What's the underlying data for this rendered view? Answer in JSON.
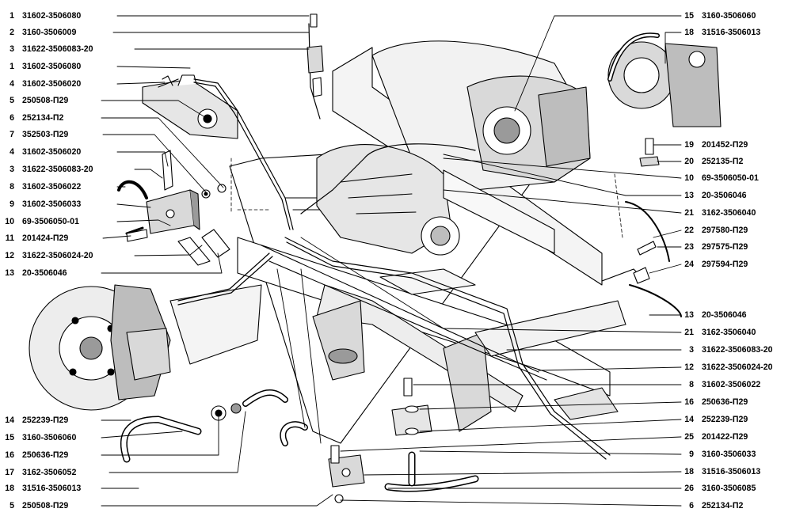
{
  "labels_left": [
    {
      "num": "1",
      "code": "31602-3506080"
    },
    {
      "num": "2",
      "code": "3160-3506009"
    },
    {
      "num": "3",
      "code": "31622-3506083-20"
    },
    {
      "num": "1",
      "code": "31602-3506080"
    },
    {
      "num": "4",
      "code": "31602-3506020"
    },
    {
      "num": "5",
      "code": "250508-П29"
    },
    {
      "num": "6",
      "code": "252134-П2"
    },
    {
      "num": "7",
      "code": "352503-П29"
    },
    {
      "num": "4",
      "code": "31602-3506020"
    },
    {
      "num": "3",
      "code": "31622-3506083-20"
    },
    {
      "num": "8",
      "code": "31602-3506022"
    },
    {
      "num": "9",
      "code": "31602-3506033"
    },
    {
      "num": "10",
      "code": "69-3506050-01"
    },
    {
      "num": "11",
      "code": "201424-П29"
    },
    {
      "num": "12",
      "code": "31622-3506024-20"
    },
    {
      "num": "13",
      "code": "20-3506046"
    },
    {
      "num": "14",
      "code": "252239-П29"
    },
    {
      "num": "15",
      "code": "3160-3506060"
    },
    {
      "num": "16",
      "code": "250636-П29"
    },
    {
      "num": "17",
      "code": "3162-3506052"
    },
    {
      "num": "18",
      "code": "31516-3506013"
    },
    {
      "num": "5",
      "code": "250508-П29"
    }
  ],
  "labels_right": [
    {
      "num": "15",
      "code": "3160-3506060"
    },
    {
      "num": "18",
      "code": "31516-3506013"
    },
    {
      "num": "19",
      "code": "201452-П29"
    },
    {
      "num": "20",
      "code": "252135-П2"
    },
    {
      "num": "10",
      "code": "69-3506050-01"
    },
    {
      "num": "13",
      "code": "20-3506046"
    },
    {
      "num": "21",
      "code": "3162-3506040"
    },
    {
      "num": "22",
      "code": "297580-П29"
    },
    {
      "num": "23",
      "code": "297575-П29"
    },
    {
      "num": "24",
      "code": "297594-П29"
    },
    {
      "num": "13",
      "code": "20-3506046"
    },
    {
      "num": "21",
      "code": "3162-3506040"
    },
    {
      "num": "3",
      "code": "31622-3506083-20"
    },
    {
      "num": "12",
      "code": "31622-3506024-20"
    },
    {
      "num": "8",
      "code": "31602-3506022"
    },
    {
      "num": "16",
      "code": "250636-П29"
    },
    {
      "num": "14",
      "code": "252239-П29"
    },
    {
      "num": "25",
      "code": "201422-П29"
    },
    {
      "num": "9",
      "code": "3160-3506033"
    },
    {
      "num": "18",
      "code": "31516-3506013"
    },
    {
      "num": "26",
      "code": "3160-3506085"
    },
    {
      "num": "6",
      "code": "252134-П2"
    }
  ],
  "colors": {
    "ink": "#000000",
    "paper": "#ffffff",
    "shade": "#d9d9d9",
    "dark_shade": "#9a9a9a"
  }
}
